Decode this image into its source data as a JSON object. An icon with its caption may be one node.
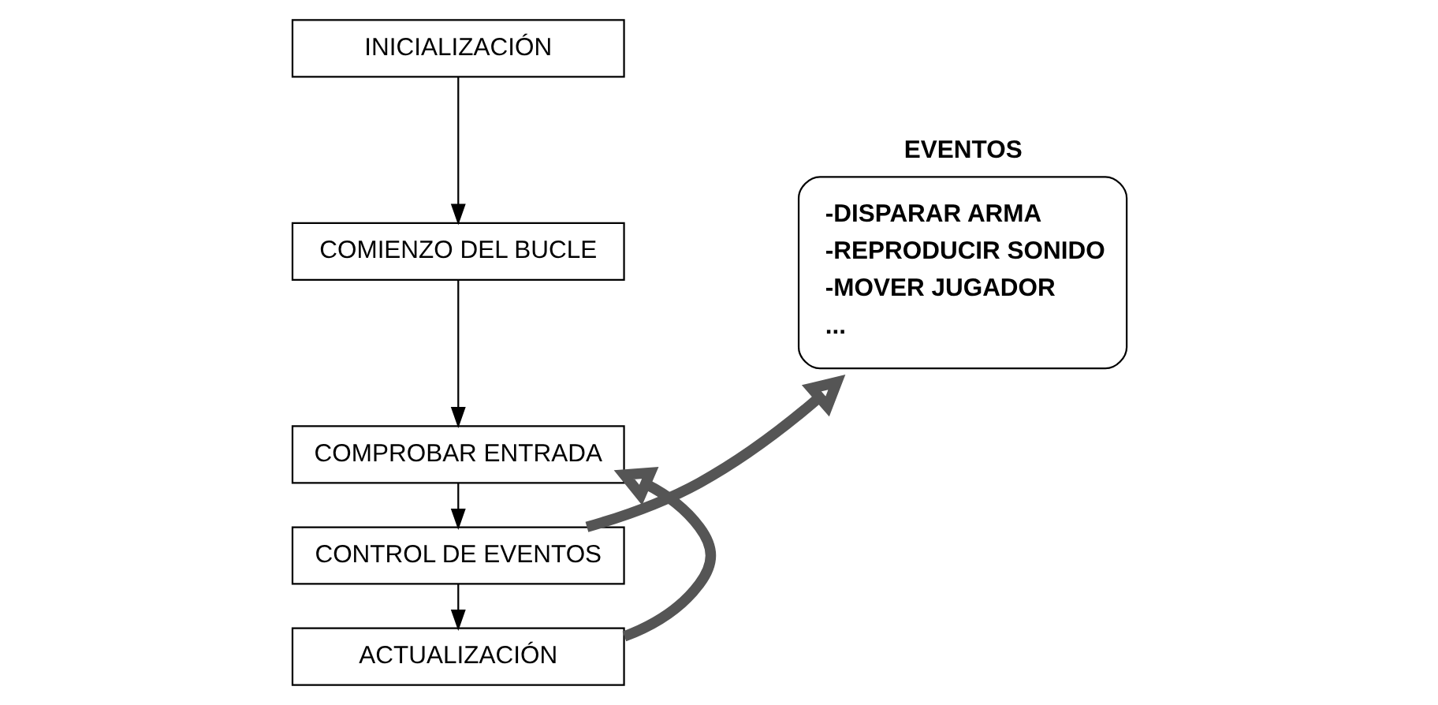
{
  "diagram": {
    "nodes": [
      {
        "text": [
          "INICIALIZACIÓN"
        ]
      },
      {
        "text": [
          "COMIENZO DEL BUCLE"
        ]
      },
      {
        "text": [
          "COMPROBAR ENTRADA"
        ]
      },
      {
        "text": [
          "CONTROL DE EVENTOS"
        ]
      },
      {
        "text": [
          "ACTUALIZACIÓN"
        ]
      },
      {
        "text": [
          "EVENTOS",
          "-DISPARAR ARMA",
          "-REPRODUCIR SONIDO",
          "-MOVER JUGADOR",
          "..."
        ]
      }
    ],
    "edges": [
      {
        "from": 0,
        "to": 1,
        "arrow": "to"
      },
      {
        "from": 1,
        "to": 2,
        "arrow": "to"
      },
      {
        "from": 2,
        "to": 3,
        "arrow": "to"
      },
      {
        "from": 3,
        "to": 4,
        "arrow": "to"
      },
      {
        "from": 3,
        "to": 5,
        "arrow": "to",
        "style": "thick"
      },
      {
        "from": 4,
        "to": 2,
        "arrow": "to",
        "style": "thick"
      }
    ]
  }
}
